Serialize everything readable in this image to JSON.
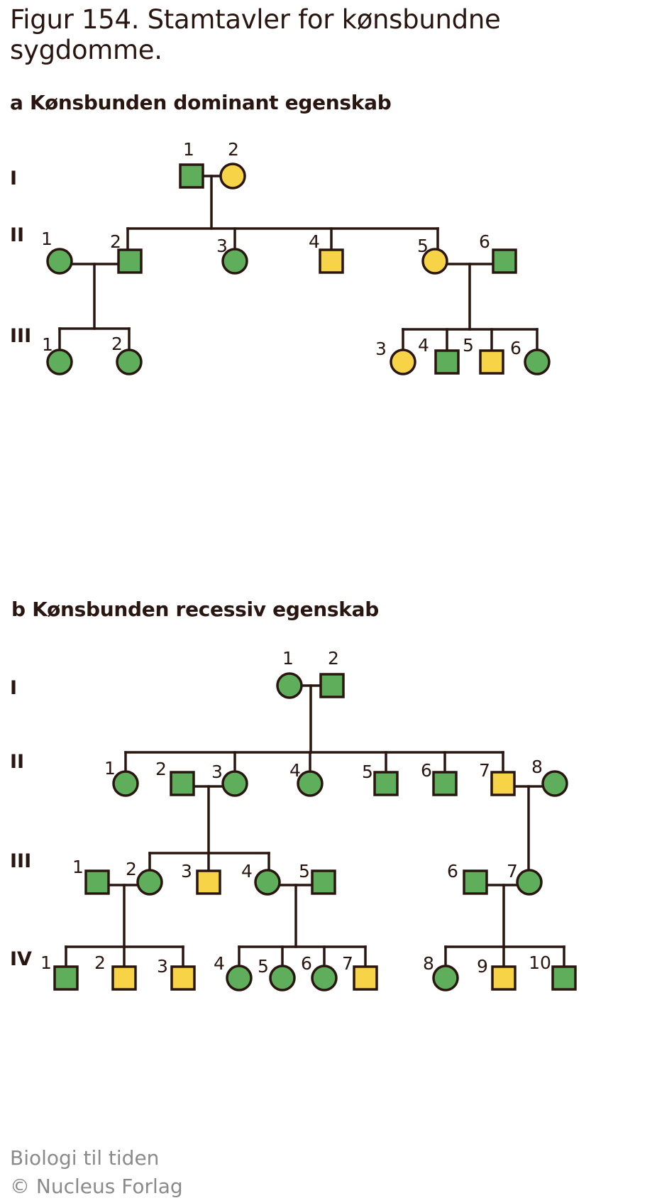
{
  "title": "Figur 154. Stamtavler for kønsbundne sygdomme.",
  "colors": {
    "line": "#2a1610",
    "affected": "#f7d348",
    "unaffected": "#5eae5c"
  },
  "credit": {
    "line1": "Biologi til tiden",
    "line2": "© Nucleus Forlag"
  },
  "pedigrees": [
    {
      "key": "a",
      "title": "a Kønsbunden dominant egenskab",
      "generations": [
        {
          "label": "I",
          "members": [
            {
              "n": "1",
              "sex": "male",
              "affected": false
            },
            {
              "n": "2",
              "sex": "female",
              "affected": true
            }
          ]
        },
        {
          "label": "II",
          "members": [
            {
              "n": "1",
              "sex": "female",
              "affected": false
            },
            {
              "n": "2",
              "sex": "male",
              "affected": false
            },
            {
              "n": "3",
              "sex": "female",
              "affected": false
            },
            {
              "n": "4",
              "sex": "male",
              "affected": true
            },
            {
              "n": "5",
              "sex": "female",
              "affected": true
            },
            {
              "n": "6",
              "sex": "male",
              "affected": false
            }
          ]
        },
        {
          "label": "III",
          "members": [
            {
              "n": "1",
              "sex": "female",
              "affected": false
            },
            {
              "n": "2",
              "sex": "female",
              "affected": false
            },
            {
              "n": "3",
              "sex": "female",
              "affected": true
            },
            {
              "n": "4",
              "sex": "male",
              "affected": false
            },
            {
              "n": "5",
              "sex": "male",
              "affected": true
            },
            {
              "n": "6",
              "sex": "female",
              "affected": false
            }
          ]
        }
      ]
    },
    {
      "key": "b",
      "title": "b Kønsbunden recessiv egenskab",
      "generations": [
        {
          "label": "I",
          "members": [
            {
              "n": "1",
              "sex": "female",
              "affected": false
            },
            {
              "n": "2",
              "sex": "male",
              "affected": false
            }
          ]
        },
        {
          "label": "II",
          "members": [
            {
              "n": "1",
              "sex": "female",
              "affected": false
            },
            {
              "n": "2",
              "sex": "male",
              "affected": false
            },
            {
              "n": "3",
              "sex": "female",
              "affected": false
            },
            {
              "n": "4",
              "sex": "female",
              "affected": false
            },
            {
              "n": "5",
              "sex": "male",
              "affected": false
            },
            {
              "n": "6",
              "sex": "male",
              "affected": false
            },
            {
              "n": "7",
              "sex": "male",
              "affected": true
            },
            {
              "n": "8",
              "sex": "female",
              "affected": false
            }
          ]
        },
        {
          "label": "III",
          "members": [
            {
              "n": "1",
              "sex": "male",
              "affected": false
            },
            {
              "n": "2",
              "sex": "female",
              "affected": false
            },
            {
              "n": "3",
              "sex": "male",
              "affected": true
            },
            {
              "n": "4",
              "sex": "female",
              "affected": false
            },
            {
              "n": "5",
              "sex": "male",
              "affected": false
            },
            {
              "n": "6",
              "sex": "male",
              "affected": false
            },
            {
              "n": "7",
              "sex": "female",
              "affected": false
            }
          ]
        },
        {
          "label": "IV",
          "members": [
            {
              "n": "1",
              "sex": "male",
              "affected": false
            },
            {
              "n": "2",
              "sex": "male",
              "affected": true
            },
            {
              "n": "3",
              "sex": "male",
              "affected": true
            },
            {
              "n": "4",
              "sex": "female",
              "affected": false
            },
            {
              "n": "5",
              "sex": "female",
              "affected": false
            },
            {
              "n": "6",
              "sex": "female",
              "affected": false
            },
            {
              "n": "7",
              "sex": "male",
              "affected": true
            },
            {
              "n": "8",
              "sex": "female",
              "affected": false
            },
            {
              "n": "9",
              "sex": "male",
              "affected": true
            },
            {
              "n": "10",
              "sex": "male",
              "affected": false
            }
          ]
        }
      ]
    }
  ]
}
